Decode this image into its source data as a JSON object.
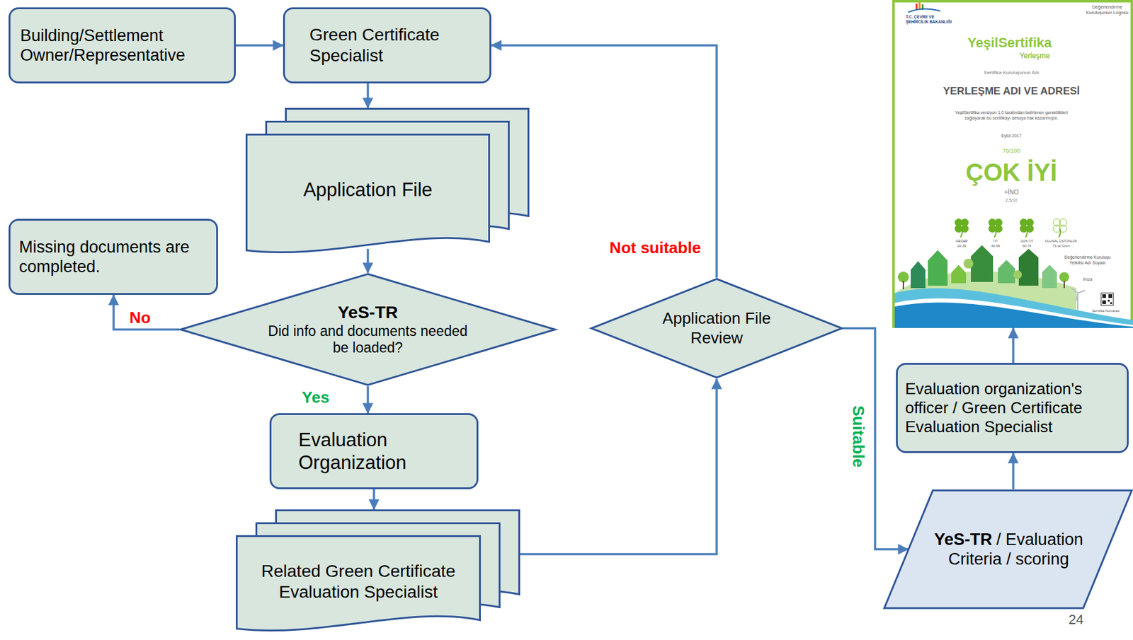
{
  "diagram": {
    "nodes": [
      {
        "text": [
          "Building/Settlement Owner/Representative"
        ]
      },
      {
        "text": [
          "Green Certificate Specialist"
        ]
      },
      {
        "text": [
          "Application File"
        ]
      },
      {
        "text": [
          "Missing documents are completed."
        ]
      },
      {
        "text": [
          "YeS-TR",
          "Did info and documents needed be loaded?"
        ]
      },
      {
        "text": [
          "Evaluation Organization"
        ]
      },
      {
        "text": [
          "Related Green Certificate Evaluation Specialist"
        ]
      },
      {
        "text": [
          "Application File Review"
        ]
      },
      {
        "text": [
          "T.C. ÇEVRE VE ŞEHİRCİLİK BAKANLIĞI",
          "Değerlendirme Kuruluşunun Logosu",
          "YeşilSertifika",
          "Yerleşme",
          "Sertifika Kuruluşunun Adı",
          "YERLEŞME ADI VE ADRESİ",
          "YeşilSertifika versiyon 1.0 tarafından belirlenen gereklilikleri sağlayarak bu sertifikayı almaya hak kazanmıştır.",
          "Eylül 2017",
          "70/100",
          "ÇOK İYİ",
          "+İNO",
          "2,5/10",
          "GEÇER",
          "20-39",
          "İYİ",
          "40-59",
          "ÇOK İYİ",
          "60-74",
          "ULUSAL ÜSTÜNLÜK",
          "75 ve Üzeri",
          "Değerlendirme Kuruluşu Yetkilisi Adı Soyadı",
          "İmza",
          "Sertifika Numarası"
        ]
      },
      {
        "text": [
          "Evaluation organization's officer / Green Certificate Evaluation Specialist"
        ]
      },
      {
        "text": [
          "YeS-TR",
          "/ Evaluation Criteria / scoring"
        ]
      }
    ],
    "edges": [
      {
        "from": 0,
        "to": 1,
        "arrow": "to"
      },
      {
        "from": 1,
        "to": 2,
        "arrow": "to"
      },
      {
        "from": 2,
        "to": 4,
        "arrow": "to"
      },
      {
        "from": 4,
        "to": 3,
        "label": "No",
        "arrow": "to"
      },
      {
        "from": 4,
        "to": 5,
        "label": "Yes",
        "arrow": "to"
      },
      {
        "from": 5,
        "to": 6,
        "arrow": "to"
      },
      {
        "from": 6,
        "to": 7,
        "arrow": "to"
      },
      {
        "from": 7,
        "to": 1,
        "label": "Not suitable",
        "arrow": "to"
      },
      {
        "from": 7,
        "to": 10,
        "label": "Suitable",
        "arrow": "to"
      },
      {
        "from": 10,
        "to": 9,
        "arrow": "to"
      },
      {
        "from": 9,
        "to": 8,
        "arrow": "to"
      }
    ],
    "labels": [
      "24"
    ]
  }
}
